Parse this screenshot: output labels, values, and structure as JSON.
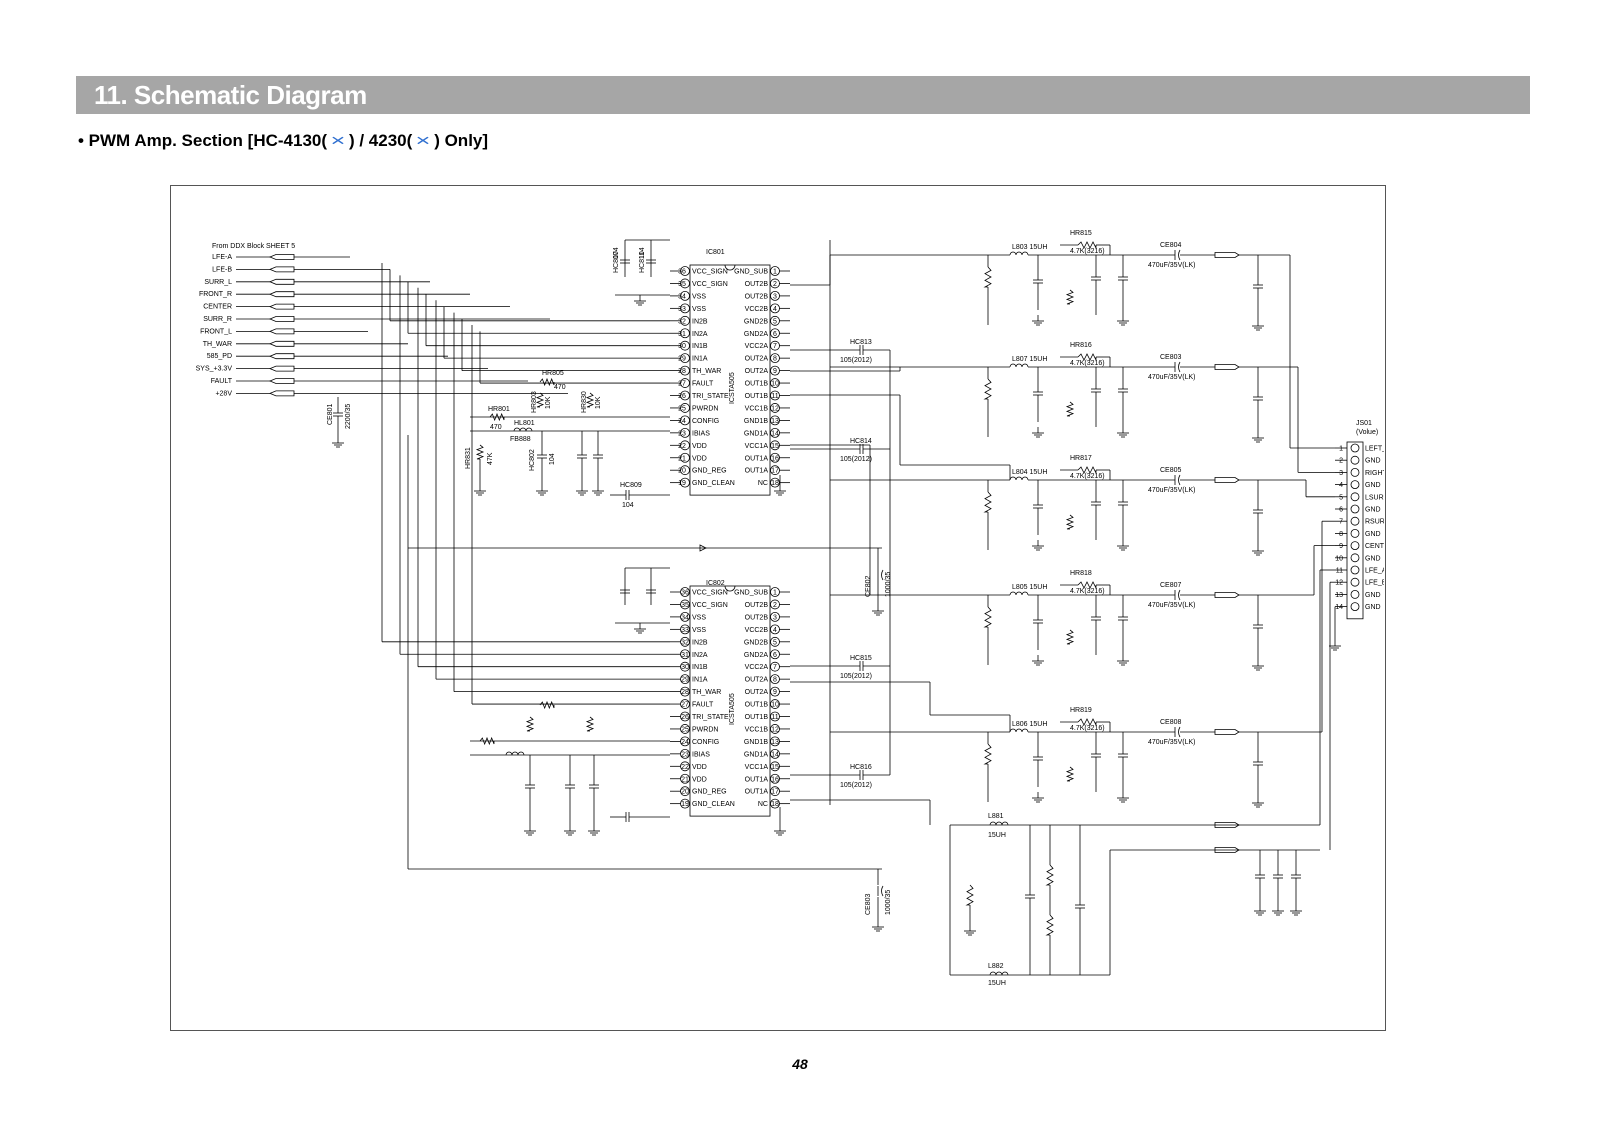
{
  "section": {
    "title": "11. Schematic Diagram"
  },
  "subtitle": {
    "prefix": "• PWM Amp. Section [HC-4130(",
    "mark": "×",
    "middle": ") / 4230(",
    "suffix": ") Only]"
  },
  "page_number": "48",
  "schematic": {
    "source_note": "From DDX Block SHEET 5",
    "inputs": [
      "LFE-A",
      "LFE-B",
      "SURR_L",
      "FRONT_R",
      "CENTER",
      "SURR_R",
      "FRONT_L",
      "TH_WAR",
      "585_PD",
      "SYS_+3.3V",
      "FAULT",
      "+28V"
    ],
    "ic1": {
      "ref": "IC801",
      "part": "ICSTA505",
      "left_pins": [
        {
          "num": "36",
          "name": "VCC_SIGN"
        },
        {
          "num": "35",
          "name": "VCC_SIGN"
        },
        {
          "num": "34",
          "name": "VSS"
        },
        {
          "num": "33",
          "name": "VSS"
        },
        {
          "num": "32",
          "name": "IN2B"
        },
        {
          "num": "31",
          "name": "IN2A"
        },
        {
          "num": "30",
          "name": "IN1B"
        },
        {
          "num": "29",
          "name": "IN1A"
        },
        {
          "num": "28",
          "name": "TH_WAR"
        },
        {
          "num": "27",
          "name": "FAULT"
        },
        {
          "num": "26",
          "name": "TRI_STATE"
        },
        {
          "num": "25",
          "name": "PWRDN"
        },
        {
          "num": "24",
          "name": "CONFIG"
        },
        {
          "num": "23",
          "name": "IBIAS"
        },
        {
          "num": "22",
          "name": "VDD"
        },
        {
          "num": "21",
          "name": "VDD"
        },
        {
          "num": "20",
          "name": "GND_REG"
        },
        {
          "num": "19",
          "name": "GND_CLEAN"
        }
      ],
      "right_pins": [
        {
          "num": "1",
          "name": "GND_SUB"
        },
        {
          "num": "2",
          "name": "OUT2B"
        },
        {
          "num": "3",
          "name": "OUT2B"
        },
        {
          "num": "4",
          "name": "VCC2B"
        },
        {
          "num": "5",
          "name": "GND2B"
        },
        {
          "num": "6",
          "name": "GND2A"
        },
        {
          "num": "7",
          "name": "VCC2A"
        },
        {
          "num": "8",
          "name": "OUT2A"
        },
        {
          "num": "9",
          "name": "OUT2A"
        },
        {
          "num": "10",
          "name": "OUT1B"
        },
        {
          "num": "11",
          "name": "OUT1B"
        },
        {
          "num": "12",
          "name": "VCC1B"
        },
        {
          "num": "13",
          "name": "GND1B"
        },
        {
          "num": "14",
          "name": "GND1A"
        },
        {
          "num": "15",
          "name": "VCC1A"
        },
        {
          "num": "16",
          "name": "OUT1A"
        },
        {
          "num": "17",
          "name": "OUT1A"
        },
        {
          "num": "18",
          "name": "NC"
        }
      ]
    },
    "ic2": {
      "ref": "IC802",
      "part": "ICSTA505"
    },
    "connector": {
      "ref": "JS01",
      "sub": "(Volue)",
      "pins": [
        {
          "num": "1",
          "label": "LEFT_A"
        },
        {
          "num": "2",
          "label": "GND"
        },
        {
          "num": "3",
          "label": "RIGHT_A"
        },
        {
          "num": "4",
          "label": "GND"
        },
        {
          "num": "5",
          "label": "LSURR_A"
        },
        {
          "num": "6",
          "label": "GND"
        },
        {
          "num": "7",
          "label": "RSURR_A"
        },
        {
          "num": "8",
          "label": "GND"
        },
        {
          "num": "9",
          "label": "CENTER_A"
        },
        {
          "num": "10",
          "label": "GND"
        },
        {
          "num": "11",
          "label": "LFE_A"
        },
        {
          "num": "12",
          "label": "LFE_B"
        },
        {
          "num": "13",
          "label": "GND"
        },
        {
          "num": "14",
          "label": "GND"
        }
      ]
    },
    "output_stages": [
      {
        "inductor": "L803 15UH",
        "resistor": "HR815",
        "r_value": "4.7K(3216)",
        "cap": "CE804",
        "cap_value": "470uF/35V(LK)"
      },
      {
        "inductor": "L807 15UH",
        "resistor": "HR816",
        "r_value": "4.7K(3216)",
        "cap": "CE803",
        "cap_value": "470uF/35V(LK)"
      },
      {
        "inductor": "L804 15UH",
        "resistor": "HR817",
        "r_value": "4.7K(3216)",
        "cap": "CE805",
        "cap_value": "470uF/35V(LK)"
      },
      {
        "inductor": "L805 15UH",
        "resistor": "HR818",
        "r_value": "4.7K(3216)",
        "cap": "CE807",
        "cap_value": "470uF/35V(LK)"
      },
      {
        "inductor": "L806 15UH",
        "resistor": "HR819",
        "r_value": "4.7K(3216)",
        "cap": "CE808",
        "cap_value": "470uF/35V(LK)"
      }
    ],
    "decoupling": [
      {
        "ref": "HC813",
        "value": "105(2012)"
      },
      {
        "ref": "HC814",
        "value": "105(2012)"
      },
      {
        "ref": "HC815",
        "value": "105(2012)"
      },
      {
        "ref": "HC816",
        "value": "105(2012)"
      }
    ],
    "bulk_caps": [
      {
        "ref": "CE801",
        "value": "2200/35"
      },
      {
        "ref": "CE802",
        "value": "1000/35"
      },
      {
        "ref": "CE803",
        "value": "1000/35"
      }
    ],
    "lfe_inductors": [
      {
        "ref": "L881",
        "value": "15UH"
      },
      {
        "ref": "L882",
        "value": "15UH"
      }
    ],
    "misc": {
      "hr801": "HR801",
      "hr801_v": "470",
      "hl801": "HL801",
      "fb": "FB888",
      "hr805": "HR805",
      "hr805_v": "470",
      "hr803": "HR803",
      "hr803_v": "10K",
      "hr830": "HR830",
      "hr830_v": "10K",
      "hr831": "HR831",
      "hr831_v": "47K",
      "hc802": "HC802",
      "hc802_v": "104",
      "hc809": "HC809",
      "hc809_v": "104",
      "hc807": "HC807",
      "hc811": "HC811",
      "v104": "104"
    }
  }
}
